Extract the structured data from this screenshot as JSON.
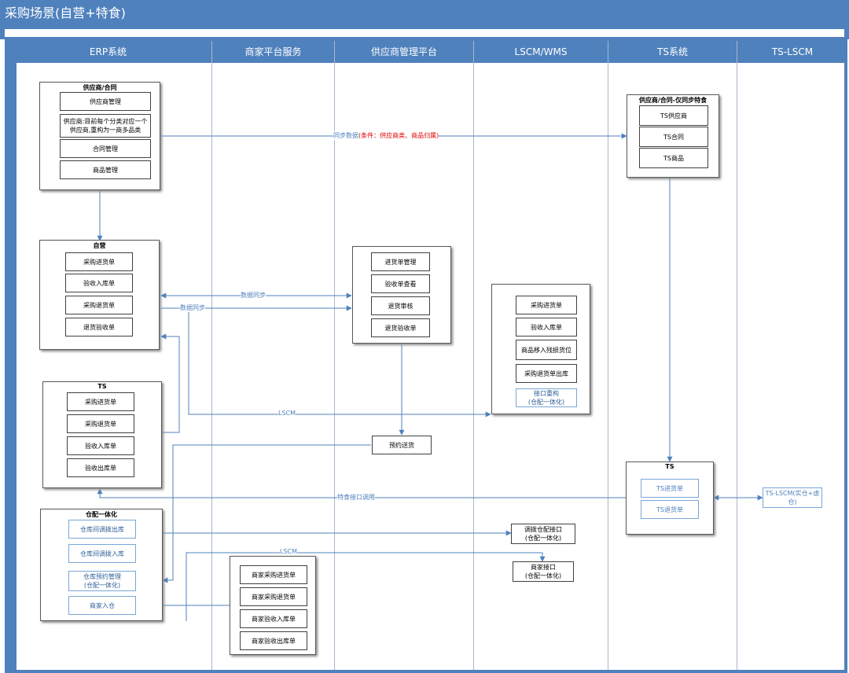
{
  "title": "采购场景(自营+特食)",
  "lanes": [
    "ERP系统",
    "商家平台服务",
    "供应商管理平台",
    "LSCM/WMS",
    "TS系统",
    "TS-LSCM"
  ],
  "groups": {
    "supplier_contract": {
      "title": "供应商/合同",
      "items": [
        "供应商管理",
        "供应商:目前每个分类对应一个供应商,重构为一商多品类",
        "合同管理",
        "商品管理"
      ]
    },
    "self_run": {
      "title": "自营",
      "items": [
        "采购进货单",
        "验收入库单",
        "采购退货单",
        "退货验收单"
      ]
    },
    "ts_erp": {
      "title": "TS",
      "items": [
        "采购进货单",
        "采购退货单",
        "验收入库单",
        "验收出库单"
      ]
    },
    "warehouse_dist": {
      "title": "仓配一体化",
      "items": [
        "仓库间调拨出库",
        "仓库间调拨入库",
        "仓库预约管理\n(仓配一体化)",
        "商家入仓"
      ]
    },
    "merchant_platform": {
      "items": [
        "商家采购进货单",
        "商家采购退货单",
        "商家验收入库单",
        "商家验收出库单"
      ]
    },
    "supplier_platform": {
      "items": [
        "进货单管理",
        "验收单查看",
        "退货审核",
        "退货验收单"
      ]
    },
    "reserve_delivery": "预约送货",
    "lscm_wms": {
      "items": [
        "采购进货单",
        "验收入库单",
        "商品移入残损货位",
        "采购退货单出库",
        "接口重构\n(仓配一体化)"
      ]
    },
    "transfer_interface": "调拨仓配接口\n(仓配一体化)",
    "merchant_interface": "商家接口\n(仓配一体化)",
    "ts_sync": {
      "title": "供应商/合同-仅同步特食",
      "items": [
        "TS供应商",
        "TS合同",
        "TS商品"
      ]
    },
    "ts_system": {
      "title": "TS",
      "items": [
        "TS进货单",
        "TS退货单"
      ]
    },
    "ts_lscm": "TS-LSCM(实仓+虚仓)"
  },
  "edges": {
    "sync_data": "同步数据",
    "sync_condition": "(条件：供应商类、商品归属)",
    "data_sync_1": "数据同步",
    "data_sync_2": "数据同步",
    "lscm_1": "LSCM",
    "lscm_2": "LSCM",
    "ts_interface": "特食接口调用"
  }
}
